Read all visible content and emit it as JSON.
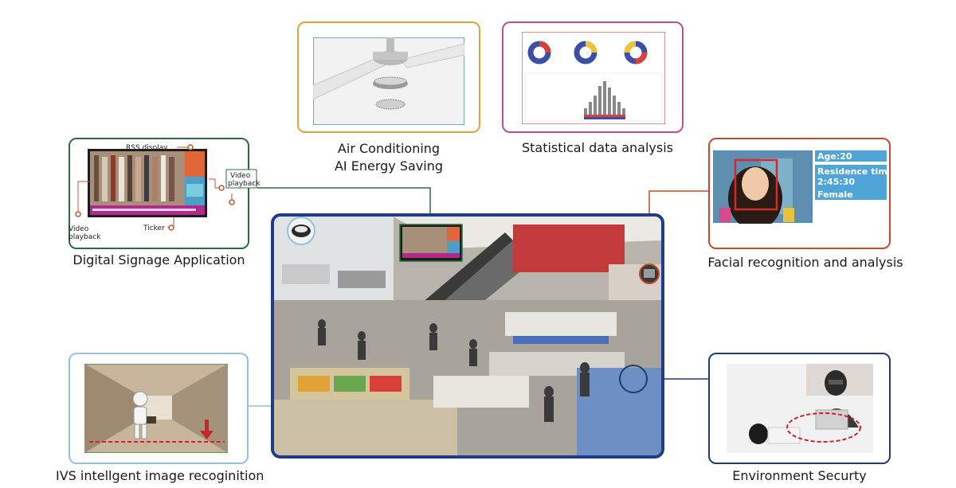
{
  "colors": {
    "digital_signage": "#2d6b3c",
    "air_conditioning": "#e2a23a",
    "statistics": "#b8508c",
    "facial": "#c44a2c",
    "ivs": "#8ec4df",
    "environment": "#1d3c78",
    "main_border": "#1f3c88"
  },
  "captions": {
    "digital_signage": "Digital Signage Application",
    "air_line1": "Air Conditioning",
    "air_line2": "AI Energy Saving",
    "statistics": "Statistical data analysis",
    "facial": "Facial recognition and analysis",
    "ivs": "IVS intellgent image recoginition",
    "environment": "Environment Securty"
  },
  "signage": {
    "rss_label": "RSS display",
    "video_playback_right_1": "Video",
    "video_playback_right_2": "playback",
    "video_playback_left_1": "Video",
    "video_playback_left_2": "playback",
    "ticker_label": "Ticker"
  },
  "facial": {
    "age": "Age:20",
    "residence_line1": "Residence time:",
    "residence_line2": "2:45:30",
    "gender": "Female"
  },
  "main_scene": {
    "icons": [
      "dome-camera-icon",
      "bullet-camera-icon",
      "signage-screen-icon"
    ]
  }
}
